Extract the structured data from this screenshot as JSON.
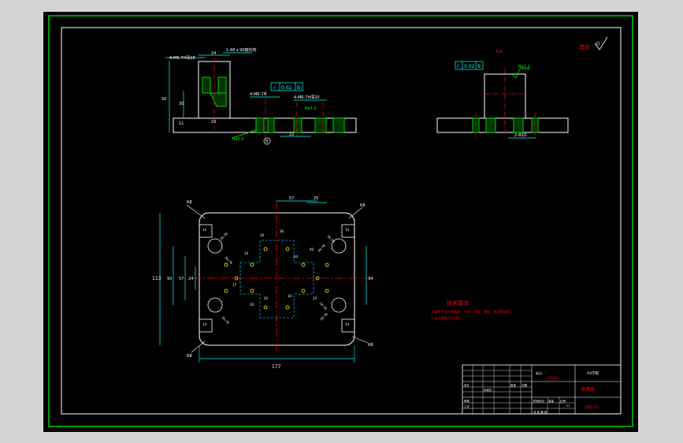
{
  "colors": {
    "frame": "#ffffff",
    "outer_border": "#00ff00",
    "dimension": "#00ffff",
    "centerline": "#ff0000",
    "hatch": "#00ff00",
    "roughness": "#00ff00",
    "callout": "#ffff00",
    "notes": "#ff0000",
    "background": "#000000"
  },
  "top_left_view": {
    "callout_holes": "4-M6-7H深18",
    "callout_chamfer": "1.48 x 90度均布",
    "dim_width": "24",
    "dim_height": "50",
    "dim_inner": "30",
    "dim_bottom": "10",
    "dim_small": "11",
    "callout_tap": "4-M6-7H",
    "callout_cb": "4-M6-7H深10",
    "tolerance_box": [
      "⫽",
      "0.02",
      "B"
    ],
    "roughness_left": "Ra3.2",
    "roughness_mid": "Ra3.2",
    "datum_label": "B",
    "dim_base": "22"
  },
  "top_right_view": {
    "section_label": "A-A",
    "tolerance_box": [
      "⫽",
      "0.02",
      "B"
    ],
    "roughness": "Ra3.2",
    "dim_base": "2-Φ10"
  },
  "plan_view": {
    "dim_overall_width": "177",
    "dim_overall_height": "113",
    "dim_top_1": "57",
    "dim_top_2": "25",
    "dim_left_1": "93",
    "dim_left_2": "57",
    "dim_left_3": "24",
    "dim_right_1": "34",
    "dim_inner": [
      "10",
      "30",
      "24",
      "36",
      "40",
      "17",
      "34",
      "25",
      "10",
      "20"
    ],
    "slot_labels": [
      "14",
      "14",
      "14",
      "14"
    ],
    "radius_labels": [
      "R8",
      "R8",
      "R8",
      "R8"
    ],
    "hole_callouts": [
      "3X-78",
      "3X-78",
      "3X-78",
      "3X-78",
      "3X-78",
      "3X-78",
      "3X-78"
    ]
  },
  "notes": {
    "title": "技术要求",
    "lines": [
      "1.铸件不允许有裂纹、气孔、砂眼、缩松、夹渣等缺陷。",
      "2.未注倒角为1X45°。"
    ]
  },
  "title_block": {
    "material": "HT200",
    "material_label": "标记",
    "company": "XX学院",
    "part_name": "夹具体",
    "drawing_no": "JJ01-01",
    "label_design": "设计",
    "label_check": "审核",
    "label_process": "工艺",
    "label_standard": "标准化",
    "label_approve": "批准",
    "label_date": "日期",
    "label_scale": "比例",
    "label_weight": "重量",
    "label_stage": "阶段标记",
    "scale_value": "1:1",
    "sheet_info": "共 张 第 张"
  }
}
